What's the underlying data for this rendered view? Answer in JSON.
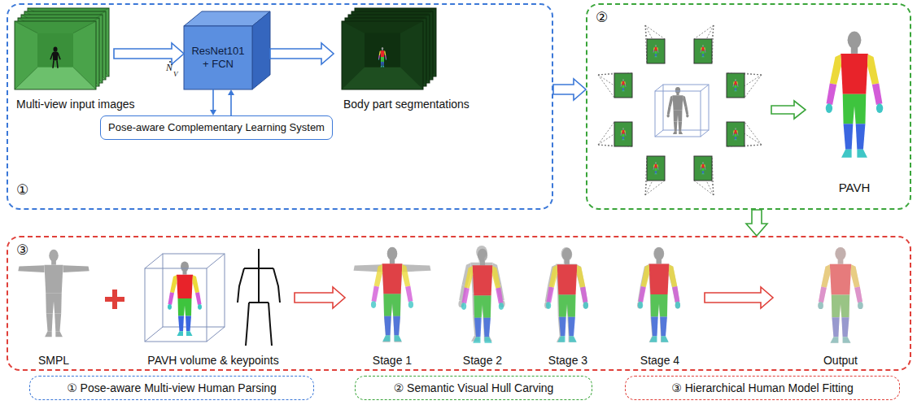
{
  "diagram": {
    "nodes": [
      {
        "text": [
          "①"
        ]
      },
      {
        "text": [
          "Multi-view input images"
        ],
        "in": 0
      },
      {
        "text": [
          "ResNet101 + FCN"
        ],
        "in": 0
      },
      {
        "text": [
          "Pose-aware Complementary Learning System"
        ],
        "in": 0
      },
      {
        "text": [
          "Body part segmentations"
        ],
        "in": 0
      },
      {
        "text": [
          "②"
        ]
      },
      {
        "text": [
          "PAVH"
        ],
        "in": 5
      },
      {
        "text": [
          "③"
        ]
      },
      {
        "text": [
          "SMPL"
        ],
        "in": 7
      },
      {
        "text": [
          "PAVH volume & keypoints"
        ],
        "in": 7
      },
      {
        "text": [
          "Stage 1"
        ],
        "in": 7
      },
      {
        "text": [
          "Stage 2"
        ],
        "in": 7
      },
      {
        "text": [
          "Stage 3"
        ],
        "in": 7
      },
      {
        "text": [
          "Stage 4"
        ],
        "in": 7
      },
      {
        "text": [
          "Output"
        ],
        "in": 7
      },
      {
        "text": [
          "① Pose-aware Multi-view Human Parsing"
        ]
      },
      {
        "text": [
          "② Semantic Visual Hull Carving"
        ]
      },
      {
        "text": [
          "③ Hierarchical Human Model Fitting"
        ]
      }
    ],
    "edges": [
      {
        "from": 1,
        "to": 2,
        "arrow": "to"
      },
      {
        "from": 2,
        "to": 4,
        "arrow": "to"
      },
      {
        "from": 2,
        "to": 3,
        "arrow": "to"
      },
      {
        "from": 3,
        "to": 2,
        "arrow": "to"
      },
      {
        "from": 0,
        "to": 5,
        "arrow": "to"
      },
      {
        "from": 5,
        "to": 7,
        "arrow": "to"
      },
      {
        "from": 9,
        "to": 10,
        "arrow": "to"
      },
      {
        "from": 13,
        "to": 14,
        "arrow": "to"
      }
    ],
    "labels": [
      "N",
      "V"
    ]
  }
}
